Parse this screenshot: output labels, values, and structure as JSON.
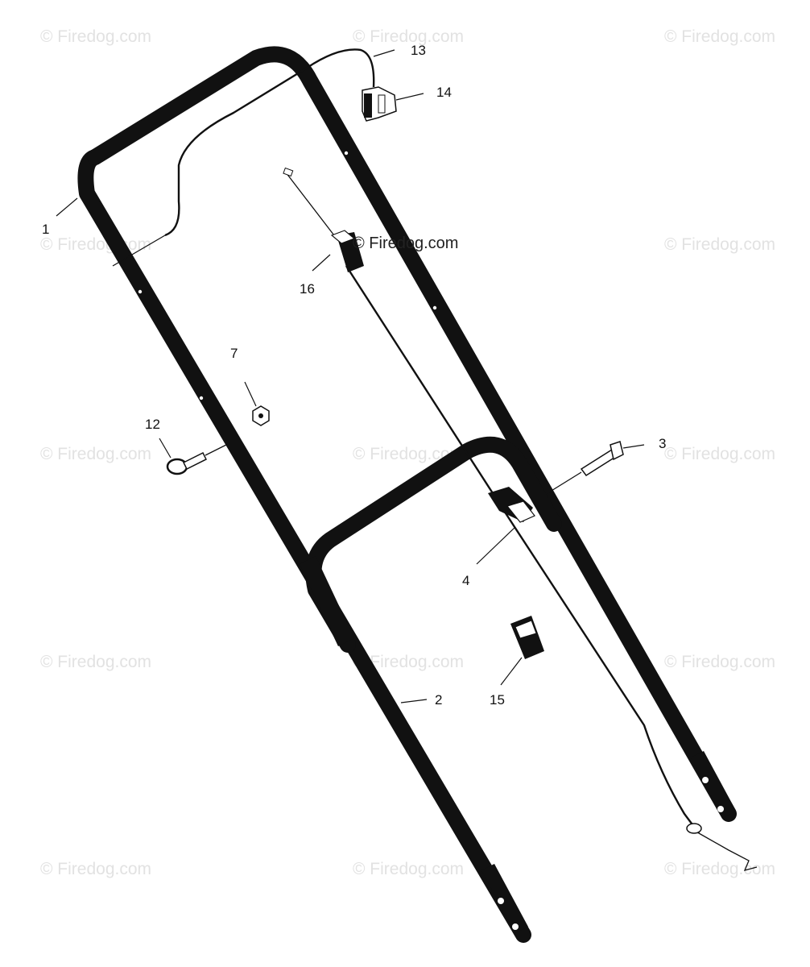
{
  "watermark": {
    "text": "© Firedog.com",
    "color": "#e2e2e2"
  },
  "overlay_watermark": {
    "text": "© Firedog.com"
  },
  "callouts": [
    {
      "id": "1",
      "label": "1"
    },
    {
      "id": "2",
      "label": "2"
    },
    {
      "id": "3",
      "label": "3"
    },
    {
      "id": "4",
      "label": "4"
    },
    {
      "id": "7",
      "label": "7"
    },
    {
      "id": "12",
      "label": "12"
    },
    {
      "id": "13",
      "label": "13"
    },
    {
      "id": "14",
      "label": "14"
    },
    {
      "id": "15",
      "label": "15"
    },
    {
      "id": "16",
      "label": "16"
    }
  ]
}
